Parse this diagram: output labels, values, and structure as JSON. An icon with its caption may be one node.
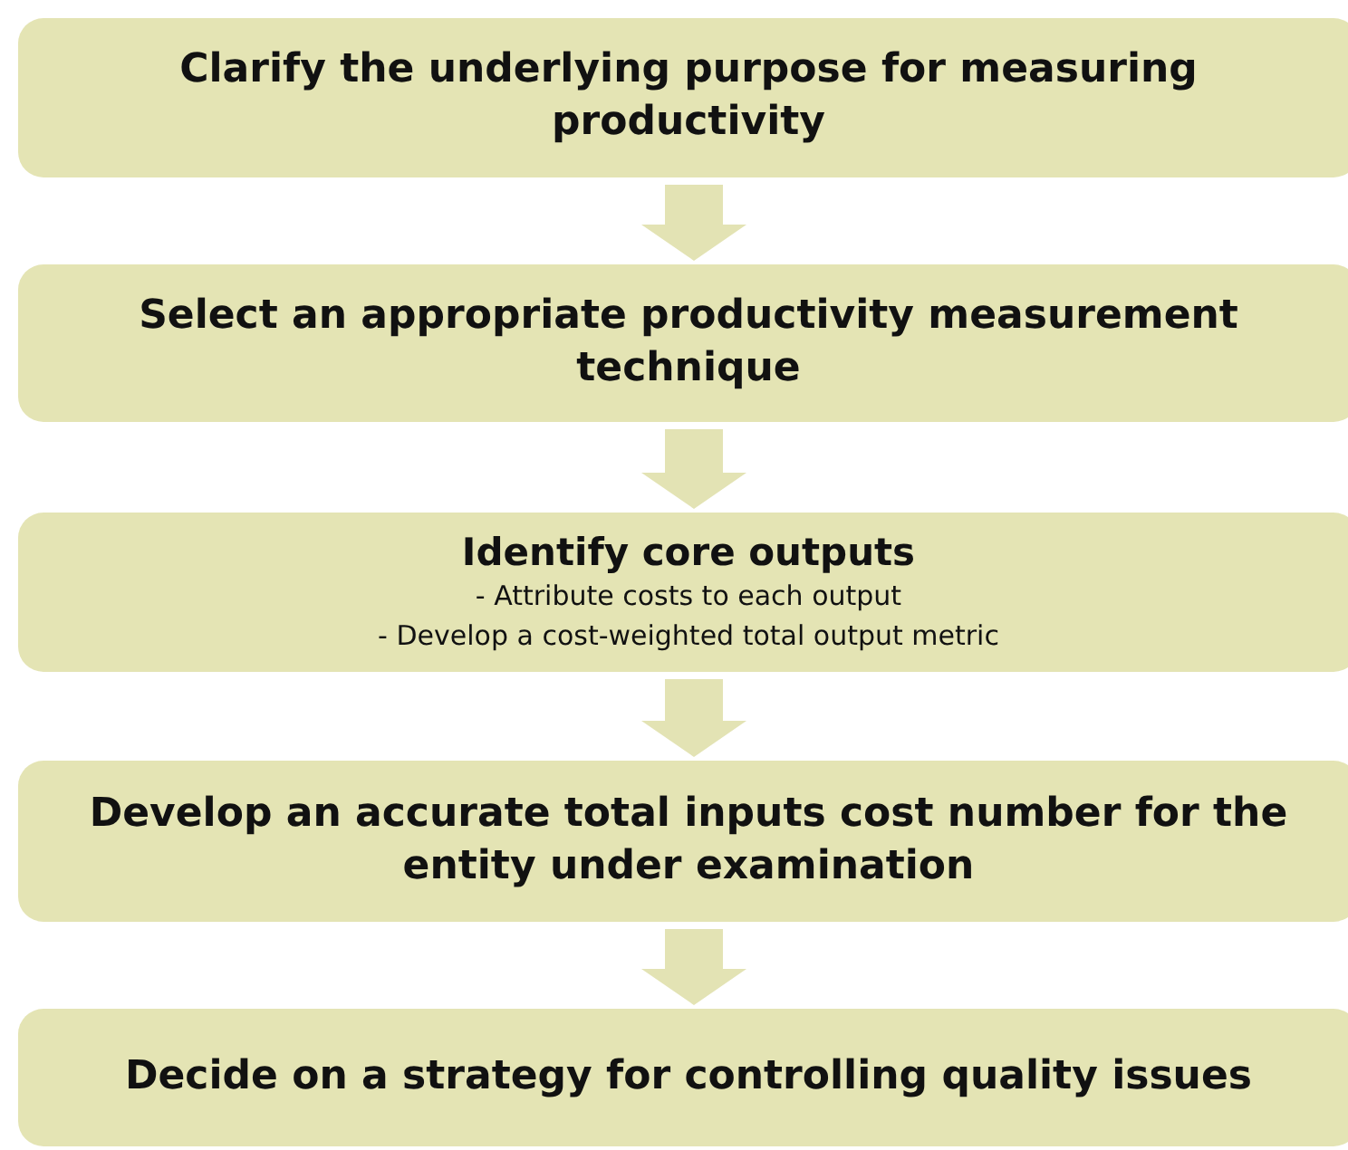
{
  "diagram": {
    "nodes": [
      {
        "text": [
          "Clarify the underlying purpose for measuring productivity"
        ]
      },
      {
        "text": [
          "Select an appropriate productivity measurement technique"
        ]
      },
      {
        "text": [
          "Identify core outputs",
          "- Attribute costs to each output",
          "- Develop a cost-weighted total output metric"
        ]
      },
      {
        "text": [
          "Develop an accurate total inputs cost number for the entity under examination"
        ]
      },
      {
        "text": [
          "Decide on a strategy for controlling quality issues"
        ]
      }
    ],
    "edges": [
      {
        "from": 0,
        "to": 1,
        "arrow": "to"
      },
      {
        "from": 1,
        "to": 2,
        "arrow": "to"
      },
      {
        "from": 2,
        "to": 3,
        "arrow": "to"
      },
      {
        "from": 3,
        "to": 4,
        "arrow": "to"
      }
    ]
  }
}
